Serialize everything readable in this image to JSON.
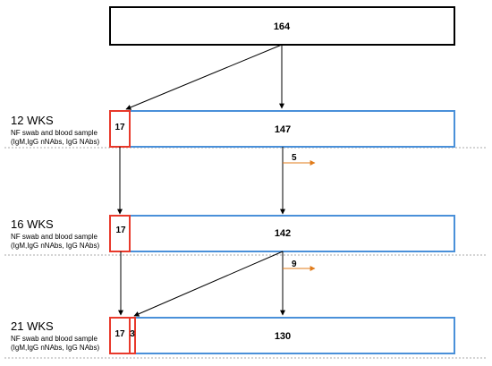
{
  "top_box": {
    "value": "164"
  },
  "stages": [
    {
      "title": "12 WKS",
      "description": "NF swab and blood sample (IgM,IgG nNAbs, IgG NAbs)",
      "red_value": "17",
      "blue_value": "147"
    },
    {
      "title": "16 WKS",
      "description": "NF swab and blood sample (IgM,IgG nNAbs, IgG NAbs)",
      "red_value": "17",
      "blue_value": "142"
    },
    {
      "title": "21 WKS",
      "description": "NF swab and blood sample (IgM,IgG nNAbs, IgG NAbs)",
      "red_value": "17",
      "red2_value": "3",
      "blue_value": "130"
    }
  ],
  "dropouts": [
    "5",
    "9"
  ],
  "colors": {
    "black_box": "#000000",
    "red_box": "#e8392b",
    "blue_box": "#4a90d9",
    "dropout_arrow": "#e07b1a",
    "dotted_line": "#aaaaaa"
  }
}
